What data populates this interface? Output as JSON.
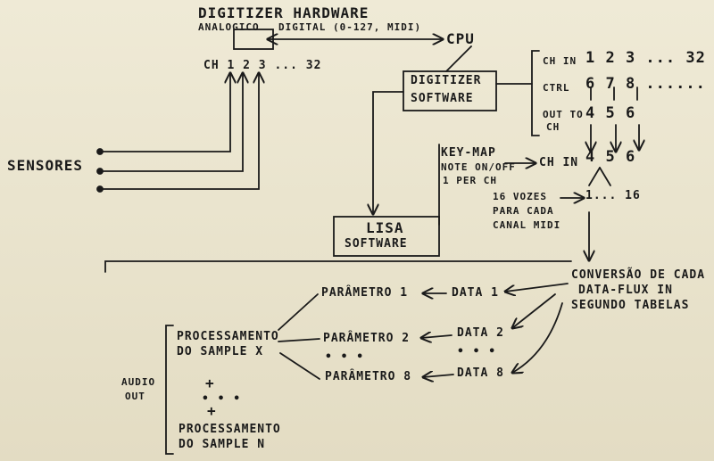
{
  "digitizer_hw": {
    "title": "DIGITIZER HARDWARE",
    "analog": "ANALOGICO",
    "digital": "DIGITAL (0-127, MIDI)",
    "channels": "CH 1 2 3 ... 32"
  },
  "cpu": "CPU",
  "digitizer_sw": {
    "line1": "DIGITIZER",
    "line2": "SOFTWARE"
  },
  "channel_table": {
    "ch_in_label": "CH IN",
    "ctrl_label": "CTRL",
    "out_to_label_1": "OUT TO",
    "out_to_label_2": "CH",
    "ch_in_values": "1  2  3 ... 32",
    "ctrl_values": "6  7  8 ......",
    "out_values": "4  5  6"
  },
  "sensores": "SENSORES",
  "key_map": {
    "line1": "KEY-MAP",
    "line2": "NOTE ON/OFF",
    "line3": "1 PER CH",
    "ch_in": "CH IN",
    "ch_values": "4  5  6",
    "voices_1": "16 VOZES",
    "voices_2": "PARA CADA",
    "voices_3": "CANAL MIDI",
    "range": "1... 16"
  },
  "lisa": {
    "line1": "LISA",
    "line2": "SOFTWARE"
  },
  "conversion": {
    "line1": "CONVERSÃO DE CADA",
    "line2": "DATA-FLUX IN",
    "line3": "SEGUNDO TABELAS"
  },
  "data": {
    "d1": "DATA 1",
    "d2": "DATA 2",
    "dots": "• • •",
    "d8": "DATA 8"
  },
  "params": {
    "p1": "PARÂMETRO 1",
    "p2": "PARÂMETRO 2",
    "dots": "• • •",
    "p8": "PARÂMETRO 8"
  },
  "processing": {
    "x_line1": "PROCESSAMENTO",
    "x_line2": "DO SAMPLE X",
    "plus1": "+",
    "dots": "• • •",
    "plus2": "+",
    "n_line1": "PROCESSAMENTO",
    "n_line2": "DO SAMPLE N"
  },
  "audio_out": {
    "line1": "AUDIO",
    "line2": "OUT"
  },
  "colors": {
    "ink": "#1a1a1a",
    "paper": "#ece7d3"
  }
}
